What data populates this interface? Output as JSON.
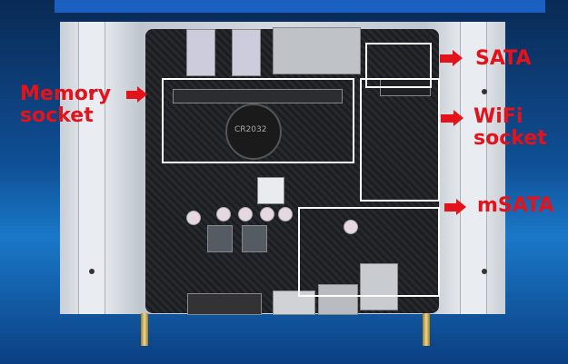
{
  "annotations": {
    "memory": {
      "line1": "Memory",
      "line2": "socket"
    },
    "sata": {
      "label": "SATA"
    },
    "wifi": {
      "line1": "WiFi",
      "line2": "socket"
    },
    "msata": {
      "label": "mSATA"
    }
  },
  "board_print": {
    "battery": "CR2032"
  },
  "colors": {
    "annotation": "#e4131b",
    "highlight_box": "#ffffff",
    "background": "#0f4f95"
  }
}
